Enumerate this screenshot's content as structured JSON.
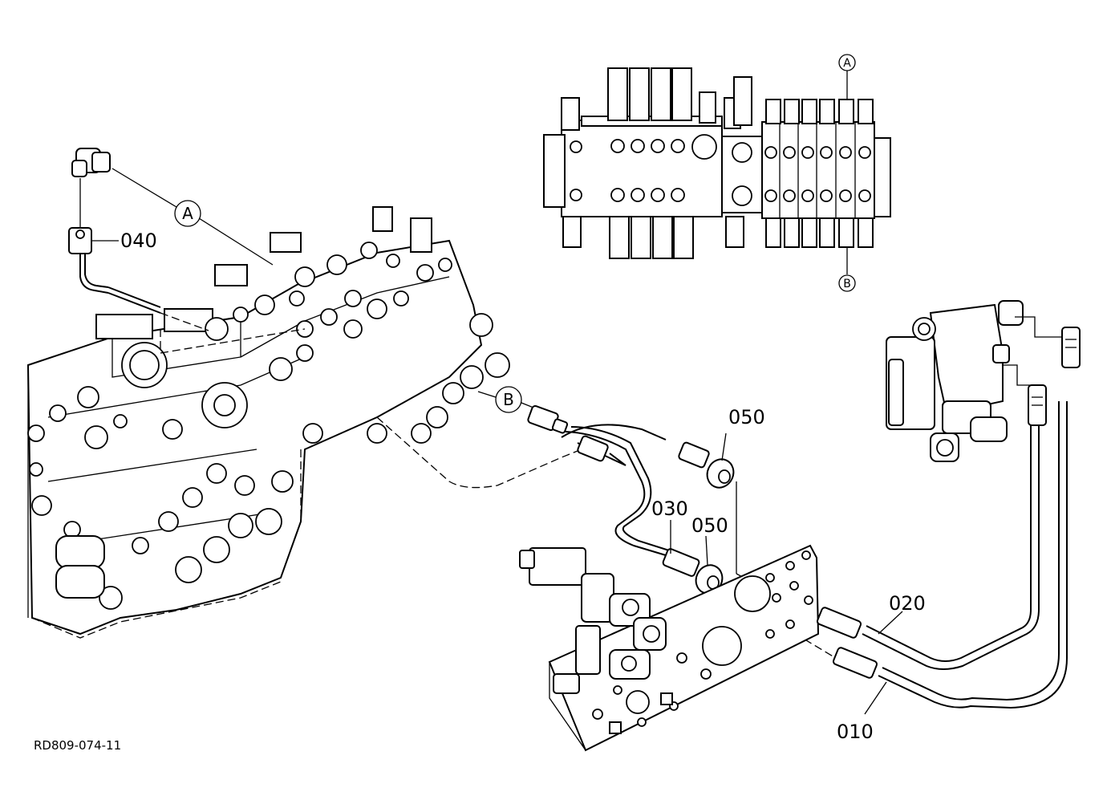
{
  "drawing_id": "RD809-074-11",
  "callouts": {
    "a": "A",
    "b": "B",
    "a_detail": "A",
    "b_detail": "B"
  },
  "part_labels": {
    "p040": "040",
    "p050_upper": "050",
    "p030": "030",
    "p050_lower": "050",
    "p020": "020",
    "p010": "010"
  }
}
